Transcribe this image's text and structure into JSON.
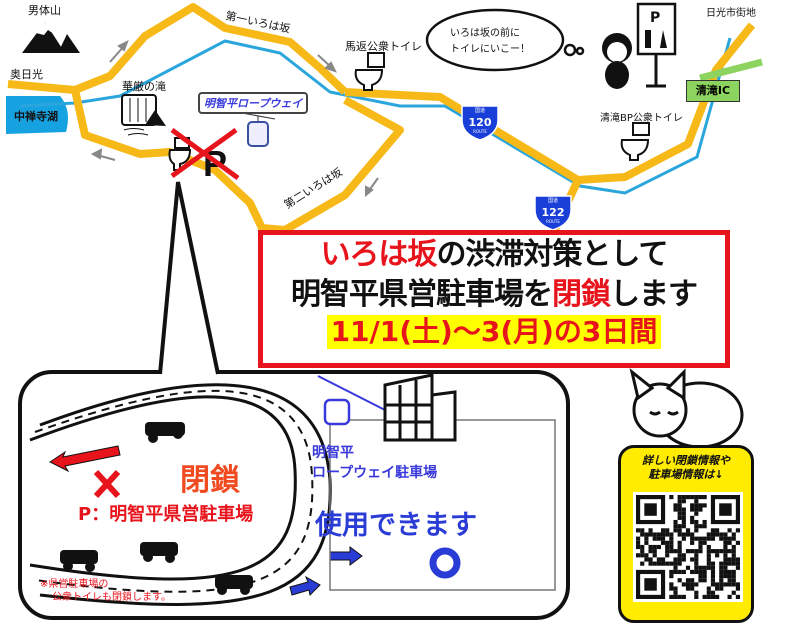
{
  "map": {
    "mountain": "男体山",
    "oku_nikko": "奥日光",
    "lake": "中禅寺湖",
    "waterfall": "華厳の滝",
    "ropeway_label": "明智平ロープウェイ",
    "first_irohazaka": "第一いろは坂",
    "second_irohazaka": "第二いろは坂",
    "umagaeshi_toilet": "馬返公衆トイレ",
    "thought_bubble": [
      "いろは坂の前に",
      "トイレにいこー！"
    ],
    "parking_sign": "P",
    "nikko_city": "日光市街地",
    "kiyotaki_ic": "清滝IC",
    "kiyotaki_bp_toilet": "清滝BP公衆トイレ",
    "route_shields": [
      {
        "top": "国道",
        "number": "120",
        "bottom": "ROUTE"
      },
      {
        "top": "国道",
        "number": "122",
        "bottom": "ROUTE"
      }
    ],
    "closed_p": "P"
  },
  "notice": {
    "line1_red": "いろは坂",
    "line1_rest": "の渋滞対策として",
    "line2_pre": "明智平県営駐車場を",
    "line2_red": "閉鎖",
    "line2_post": "します",
    "line3": "11/1(土)～3(月)の3日間"
  },
  "detail": {
    "closed": "閉鎖",
    "closed_lot": "P：明智平県営駐車場",
    "note": [
      "※県営駐車場の",
      "公衆トイレも閉鎖します。"
    ],
    "ropeway_lot": [
      "明智平",
      "ロープウェイ駐車場"
    ],
    "available": "使用できます",
    "ok_mark": "○"
  },
  "qr_card": {
    "text": [
      "詳しい閉鎖情報や",
      "駐車場情報は↓"
    ]
  },
  "colors": {
    "road": "#f7b917",
    "river": "#2aa6dc",
    "red": "#e8141c",
    "blue": "#3a3adc",
    "yellow": "#ffec00",
    "ic_green": "#8dd35f"
  }
}
